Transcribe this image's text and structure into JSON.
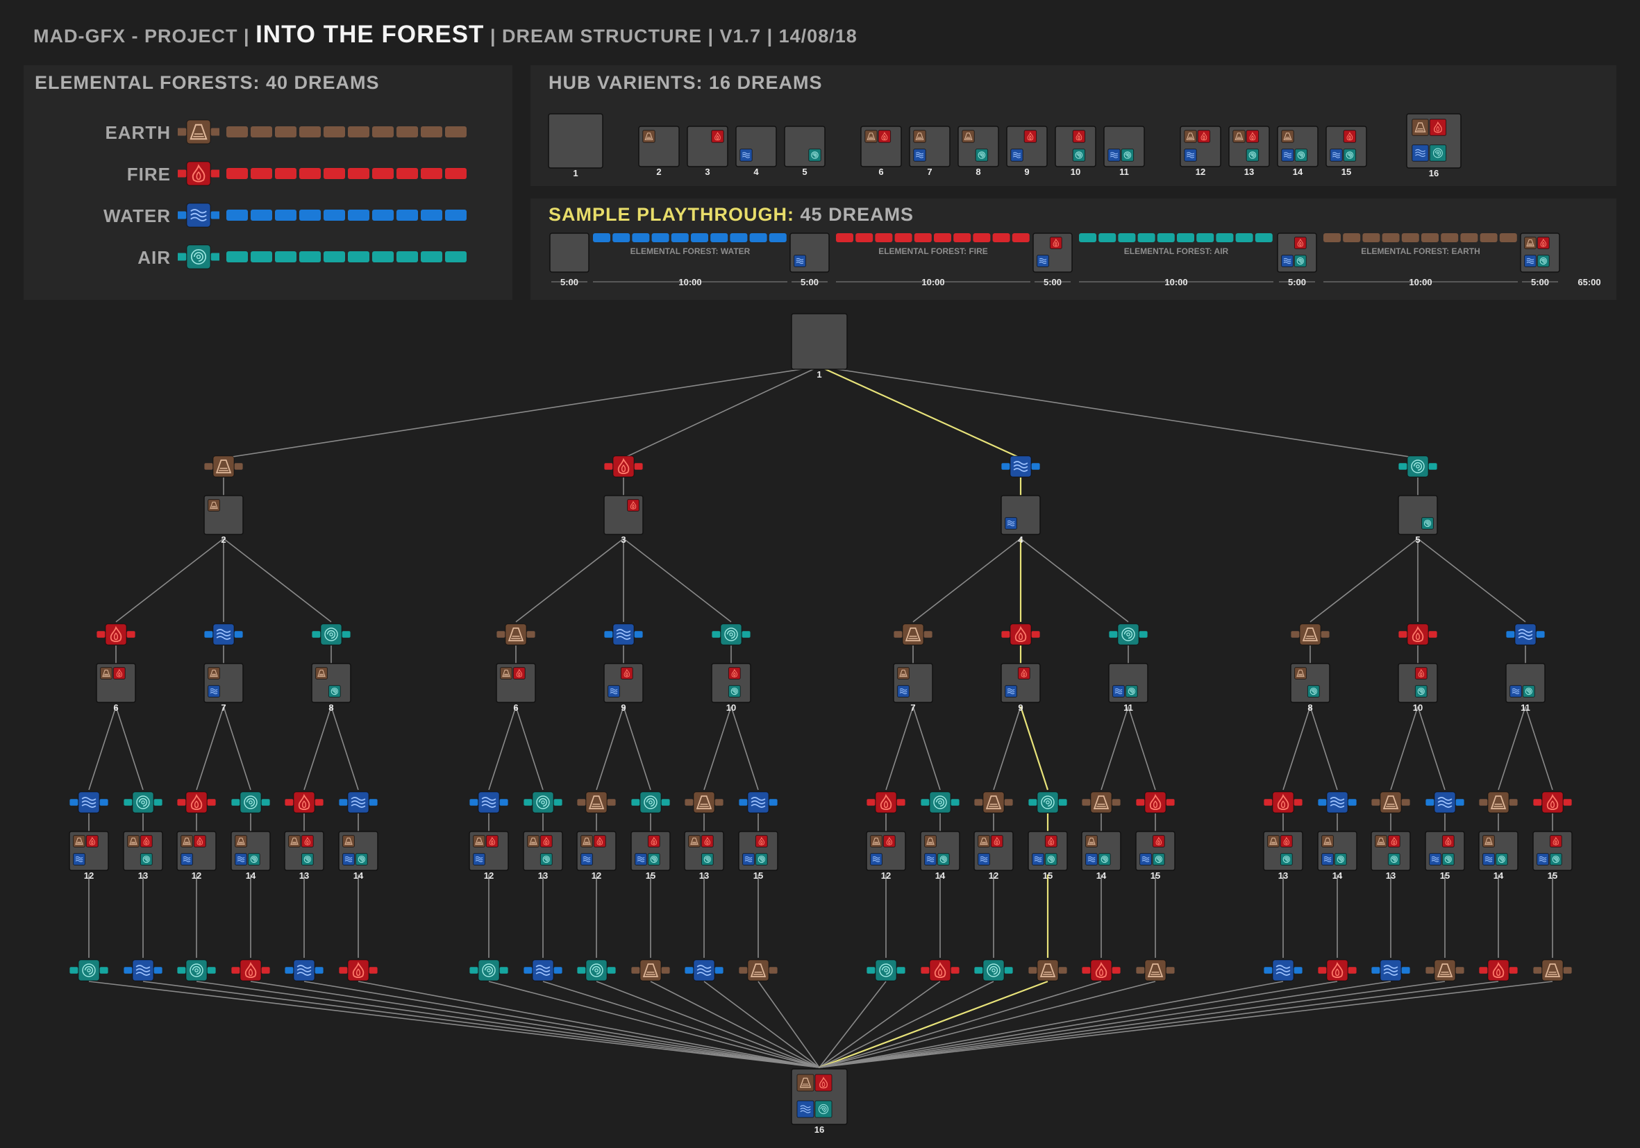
{
  "header": {
    "part1": "MAD-GFX - PROJECT | ",
    "title": "INTO THE FOREST",
    "part2": " | DREAM STRUCTURE | V1.7 | 14/08/18"
  },
  "colors": {
    "earth": "#6e4a33",
    "fire": "#b3141c",
    "water": "#1d4fa3",
    "air": "#157f7a",
    "earth_bar": "#7a5640",
    "fire_bar": "#d8262c",
    "water_bar": "#1b7ad8",
    "air_bar": "#16a6a0",
    "hub": "#4a4a4a",
    "edge": "#8a8a8a",
    "path": "#e8e37a"
  },
  "legend": {
    "title": "ELEMENTAL FORESTS: 40 DREAMS",
    "items": [
      {
        "key": "earth",
        "label": "EARTH",
        "icon": "earth-icon"
      },
      {
        "key": "fire",
        "label": "FIRE",
        "icon": "fire-icon"
      },
      {
        "key": "water",
        "label": "WATER",
        "icon": "water-icon"
      },
      {
        "key": "air",
        "label": "AIR",
        "icon": "air-icon"
      }
    ]
  },
  "hubs": {
    "title": "HUB VARIENTS: 16 DREAMS",
    "items": [
      {
        "n": "1",
        "el": []
      },
      {
        "n": "2",
        "el": [
          "earth"
        ]
      },
      {
        "n": "3",
        "el": [
          "fire"
        ]
      },
      {
        "n": "4",
        "el": [
          "water"
        ]
      },
      {
        "n": "5",
        "el": [
          "air"
        ]
      },
      {
        "n": "6",
        "el": [
          "earth",
          "fire"
        ]
      },
      {
        "n": "7",
        "el": [
          "earth",
          "water"
        ]
      },
      {
        "n": "8",
        "el": [
          "earth",
          "air"
        ]
      },
      {
        "n": "9",
        "el": [
          "fire",
          "water"
        ]
      },
      {
        "n": "10",
        "el": [
          "fire",
          "air"
        ]
      },
      {
        "n": "11",
        "el": [
          "water",
          "air"
        ]
      },
      {
        "n": "12",
        "el": [
          "earth",
          "fire",
          "water"
        ]
      },
      {
        "n": "13",
        "el": [
          "earth",
          "fire",
          "air"
        ]
      },
      {
        "n": "14",
        "el": [
          "earth",
          "water",
          "air"
        ]
      },
      {
        "n": "15",
        "el": [
          "fire",
          "water",
          "air"
        ]
      },
      {
        "n": "16",
        "el": [
          "earth",
          "fire",
          "water",
          "air"
        ]
      }
    ]
  },
  "playthrough": {
    "title_hl": "SAMPLE PLAYTHROUGH:",
    "title_rest": " 45 DREAMS",
    "segments": [
      {
        "key": "water",
        "label": "ELEMENTAL FOREST: WATER",
        "time": "10:00"
      },
      {
        "key": "fire",
        "label": "ELEMENTAL FOREST: FIRE",
        "time": "10:00"
      },
      {
        "key": "air",
        "label": "ELEMENTAL FOREST: AIR",
        "time": "10:00"
      },
      {
        "key": "earth",
        "label": "ELEMENTAL FOREST: EARTH",
        "time": "10:00"
      }
    ],
    "hubs": [
      {
        "el": []
      },
      {
        "el": [
          "water"
        ]
      },
      {
        "el": [
          "fire",
          "water"
        ]
      },
      {
        "el": [
          "fire",
          "water",
          "air"
        ]
      },
      {
        "el": [
          "earth",
          "fire",
          "water",
          "air"
        ]
      }
    ],
    "hub_time": "5:00",
    "total": "65:00"
  },
  "tree": {
    "root": "1",
    "end": "16",
    "branches": [
      {
        "f": "earth",
        "hub": "2",
        "subs": [
          {
            "f": "fire",
            "hub": "6",
            "leaves": [
              {
                "f": "water",
                "hub": "12",
                "last": "air"
              },
              {
                "f": "air",
                "hub": "13",
                "last": "water"
              }
            ]
          },
          {
            "f": "water",
            "hub": "7",
            "leaves": [
              {
                "f": "fire",
                "hub": "12",
                "last": "air"
              },
              {
                "f": "air",
                "hub": "14",
                "last": "fire"
              }
            ]
          },
          {
            "f": "air",
            "hub": "8",
            "leaves": [
              {
                "f": "fire",
                "hub": "13",
                "last": "water"
              },
              {
                "f": "water",
                "hub": "14",
                "last": "fire"
              }
            ]
          }
        ]
      },
      {
        "f": "fire",
        "hub": "3",
        "subs": [
          {
            "f": "earth",
            "hub": "6",
            "leaves": [
              {
                "f": "water",
                "hub": "12",
                "last": "air"
              },
              {
                "f": "air",
                "hub": "13",
                "last": "water"
              }
            ]
          },
          {
            "f": "water",
            "hub": "9",
            "leaves": [
              {
                "f": "earth",
                "hub": "12",
                "last": "air"
              },
              {
                "f": "air",
                "hub": "15",
                "last": "earth"
              }
            ]
          },
          {
            "f": "air",
            "hub": "10",
            "leaves": [
              {
                "f": "earth",
                "hub": "13",
                "last": "water"
              },
              {
                "f": "water",
                "hub": "15",
                "last": "earth"
              }
            ]
          }
        ]
      },
      {
        "f": "water",
        "hub": "4",
        "subs": [
          {
            "f": "earth",
            "hub": "7",
            "leaves": [
              {
                "f": "fire",
                "hub": "12",
                "last": "air"
              },
              {
                "f": "air",
                "hub": "14",
                "last": "fire"
              }
            ]
          },
          {
            "f": "fire",
            "hub": "9",
            "leaves": [
              {
                "f": "earth",
                "hub": "12",
                "last": "air"
              },
              {
                "f": "air",
                "hub": "15",
                "last": "earth"
              }
            ]
          },
          {
            "f": "air",
            "hub": "11",
            "leaves": [
              {
                "f": "earth",
                "hub": "14",
                "last": "fire"
              },
              {
                "f": "fire",
                "hub": "15",
                "last": "earth"
              }
            ]
          }
        ]
      },
      {
        "f": "air",
        "hub": "5",
        "subs": [
          {
            "f": "earth",
            "hub": "8",
            "leaves": [
              {
                "f": "fire",
                "hub": "13",
                "last": "water"
              },
              {
                "f": "water",
                "hub": "14",
                "last": "fire"
              }
            ]
          },
          {
            "f": "fire",
            "hub": "10",
            "leaves": [
              {
                "f": "earth",
                "hub": "13",
                "last": "water"
              },
              {
                "f": "water",
                "hub": "15",
                "last": "earth"
              }
            ]
          },
          {
            "f": "water",
            "hub": "11",
            "leaves": [
              {
                "f": "earth",
                "hub": "14",
                "last": "fire"
              },
              {
                "f": "fire",
                "hub": "15",
                "last": "earth"
              }
            ]
          }
        ]
      }
    ],
    "highlight": {
      "branch": 2,
      "sub": 1,
      "leaf": 1
    }
  }
}
